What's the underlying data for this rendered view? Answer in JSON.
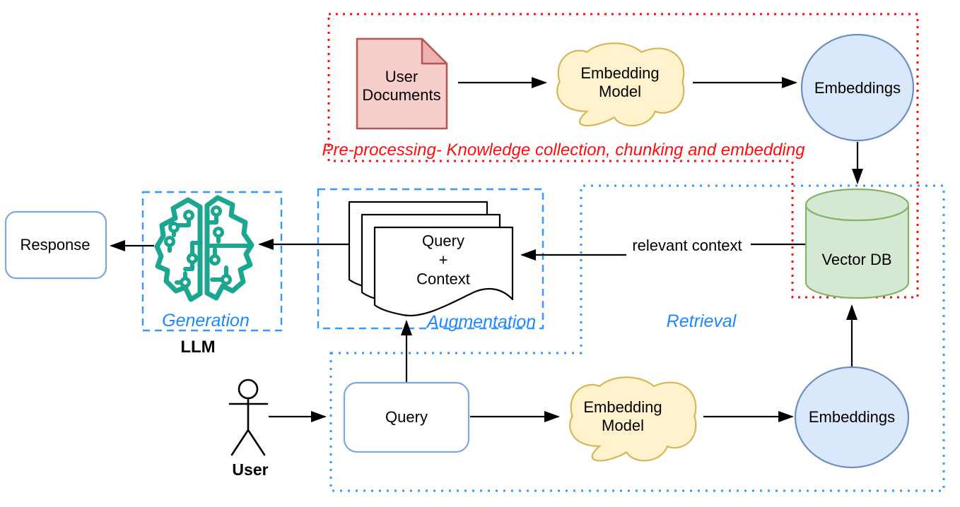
{
  "regions": {
    "preprocessing": {
      "label": "Pre-processing- Knowledge collection, chunking and embedding",
      "color": "#FF0D0D"
    },
    "generation": {
      "label": "Generation",
      "color": "#1E88FF"
    },
    "augmentation": {
      "label": "Augmentation",
      "color": "#1E88FF"
    },
    "retrieval": {
      "label": "Retrieval",
      "color": "#1E88FF"
    }
  },
  "nodes": {
    "user_documents": {
      "label": "User\nDocuments"
    },
    "embedding_model_top": {
      "label": "Embedding\nModel"
    },
    "embeddings_top": {
      "label": "Embeddings"
    },
    "vector_db": {
      "label": "Vector DB"
    },
    "query_context": {
      "label": "Query\n+\nContext"
    },
    "response": {
      "label": "Response"
    },
    "llm": {
      "label": "LLM"
    },
    "user": {
      "label": "User"
    },
    "query": {
      "label": "Query"
    },
    "embedding_model_bottom": {
      "label": "Embedding\nModel"
    },
    "embeddings_bottom": {
      "label": "Embeddings"
    }
  },
  "edges": {
    "relevant_context": "relevant context"
  },
  "palette": {
    "red_region_border": "#FF0D0D",
    "blue_region_border": "#3399FF",
    "document_fill": "#F8CECC",
    "document_stroke": "#B85450",
    "cloud_fill": "#FFF2CC",
    "cloud_stroke": "#D6B656",
    "circle_fill": "#DAE8FC",
    "circle_stroke": "#6C8EBF",
    "db_fill": "#D5E8D4",
    "db_stroke": "#82B366",
    "box_stroke": "#7EA6E0",
    "brain_color": "#1AA68F",
    "arrow_color": "#000000"
  }
}
